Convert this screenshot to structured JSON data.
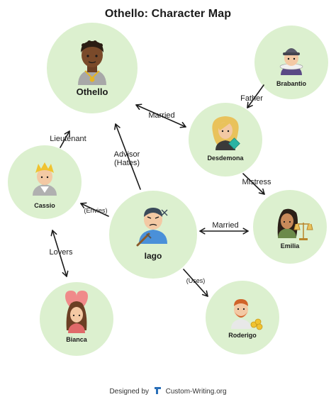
{
  "title": "Othello: Character Map",
  "characters": {
    "othello": "Othello",
    "brabantio": "Brabantio",
    "desdemona": "Desdemona",
    "cassio": "Cassio",
    "iago": "Iago",
    "emilia": "Emilia",
    "bianca": "Bianca",
    "roderigo": "Roderigo"
  },
  "relations": {
    "father": "Father",
    "married_othello_desdemona": "Married",
    "lieutenant": "Lieutenant",
    "advisor_line1": "Advisor",
    "advisor_line2": "(Hates)",
    "mistress": "Mistress",
    "envies": "(Envies)",
    "married_iago_emilia": "Married",
    "lovers": "Lovers",
    "uses": "(Uses)"
  },
  "footer": {
    "designed_by": "Designed by",
    "brand": "Custom-Writing.org"
  },
  "colors": {
    "circle_fill": "#dcf0cf",
    "arrow": "#1a1a1a"
  }
}
